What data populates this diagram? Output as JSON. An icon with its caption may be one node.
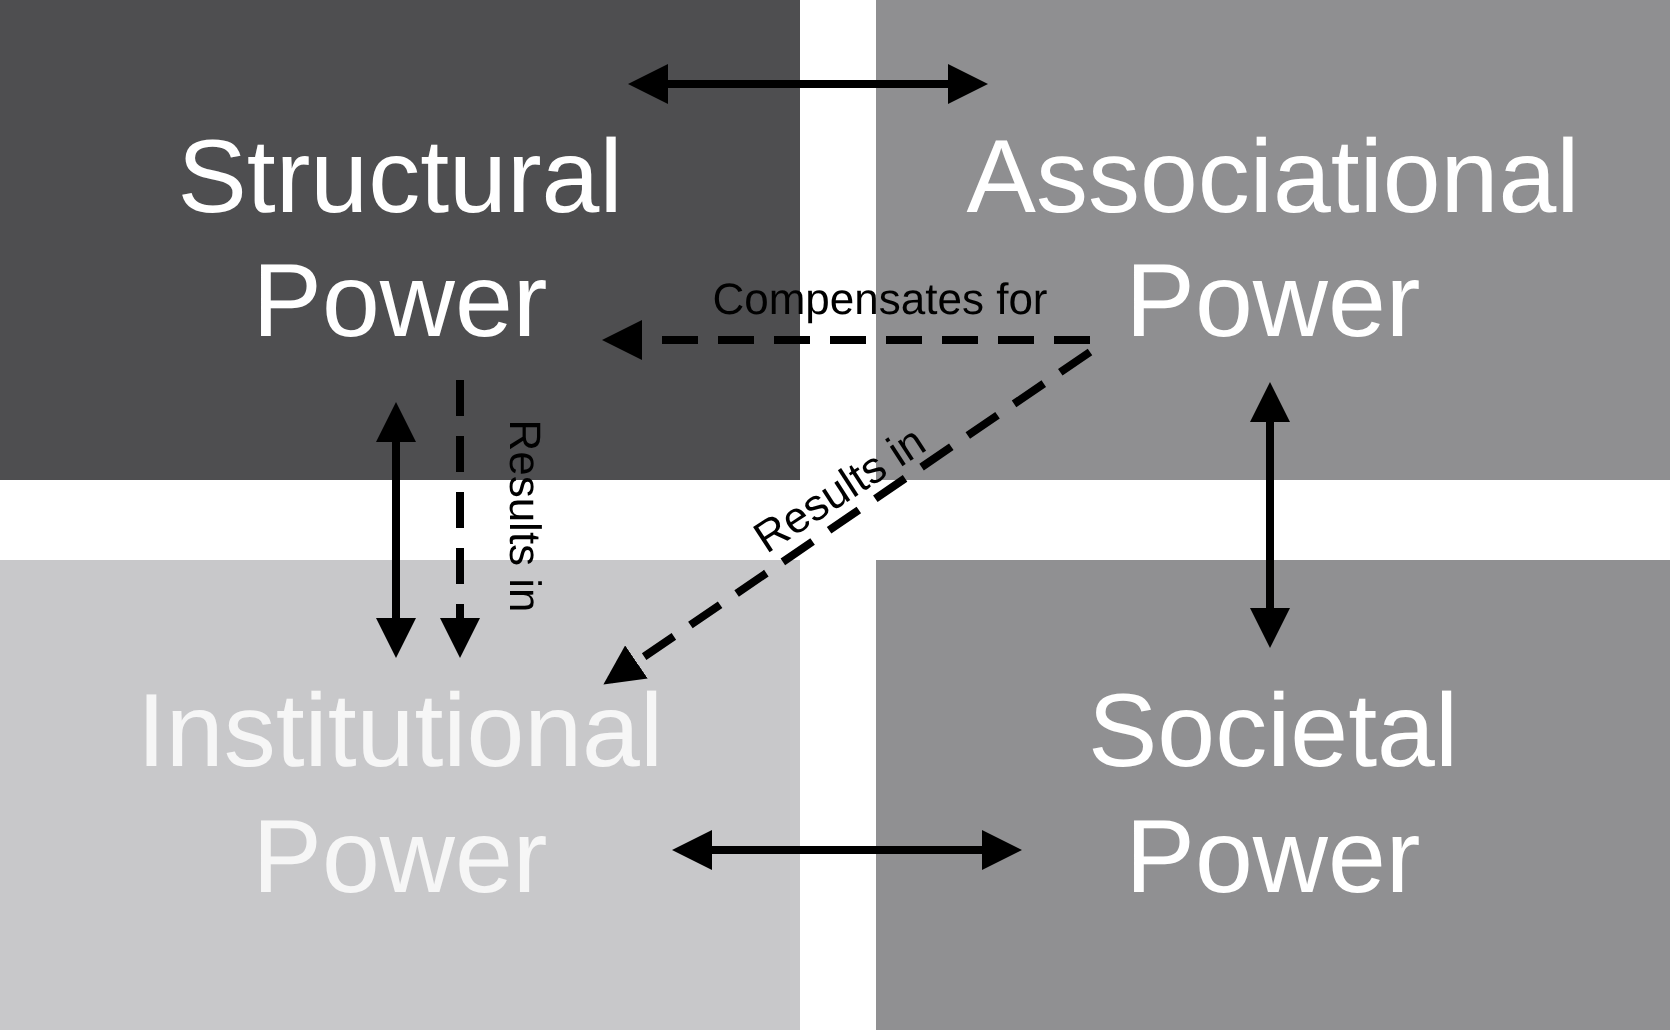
{
  "diagram": {
    "nodes": [
      {
        "text": [
          "Structural Power"
        ]
      },
      {
        "text": [
          "Associational Power"
        ]
      },
      {
        "text": [
          "Institutional Power"
        ]
      },
      {
        "text": [
          "Societal Power"
        ]
      }
    ],
    "edges": [
      {
        "from": 0,
        "to": 1,
        "arrow": "both"
      },
      {
        "from": 1,
        "to": 0,
        "arrow": "to",
        "label": "Compensates for",
        "style": "dashed"
      },
      {
        "from": 1,
        "to": 2,
        "arrow": "to",
        "label": "Results in",
        "style": "dashed"
      },
      {
        "from": 0,
        "to": 2,
        "arrow": "to",
        "label": "Results in",
        "style": "dashed"
      },
      {
        "from": 0,
        "to": 2,
        "arrow": "both"
      },
      {
        "from": 1,
        "to": 3,
        "arrow": "both"
      },
      {
        "from": 2,
        "to": 3,
        "arrow": "both"
      }
    ]
  }
}
